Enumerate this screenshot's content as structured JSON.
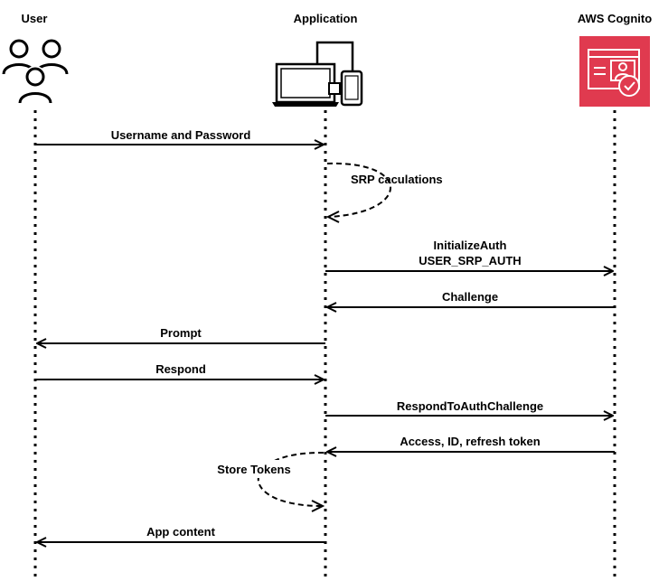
{
  "participants": {
    "user": "User",
    "application": "Application",
    "cognito": "AWS Cognito"
  },
  "colors": {
    "cognito_icon": "#E03A4F",
    "line": "#000000"
  },
  "icons": {
    "user": "users-group-icon",
    "application": "laptop-tablet-phone-icon",
    "cognito": "cognito-identity-card-icon"
  },
  "messages": [
    {
      "text": "Username and Password"
    },
    {
      "text": "SRP caculations"
    },
    {
      "line1": "InitializeAuth",
      "line2": "USER_SRP_AUTH"
    },
    {
      "text": "Challenge"
    },
    {
      "text": "Prompt"
    },
    {
      "text": "Respond"
    },
    {
      "text": "RespondToAuthChallenge"
    },
    {
      "text": "Access, ID, refresh token"
    },
    {
      "text": "Store Tokens"
    },
    {
      "text": "App content"
    }
  ]
}
